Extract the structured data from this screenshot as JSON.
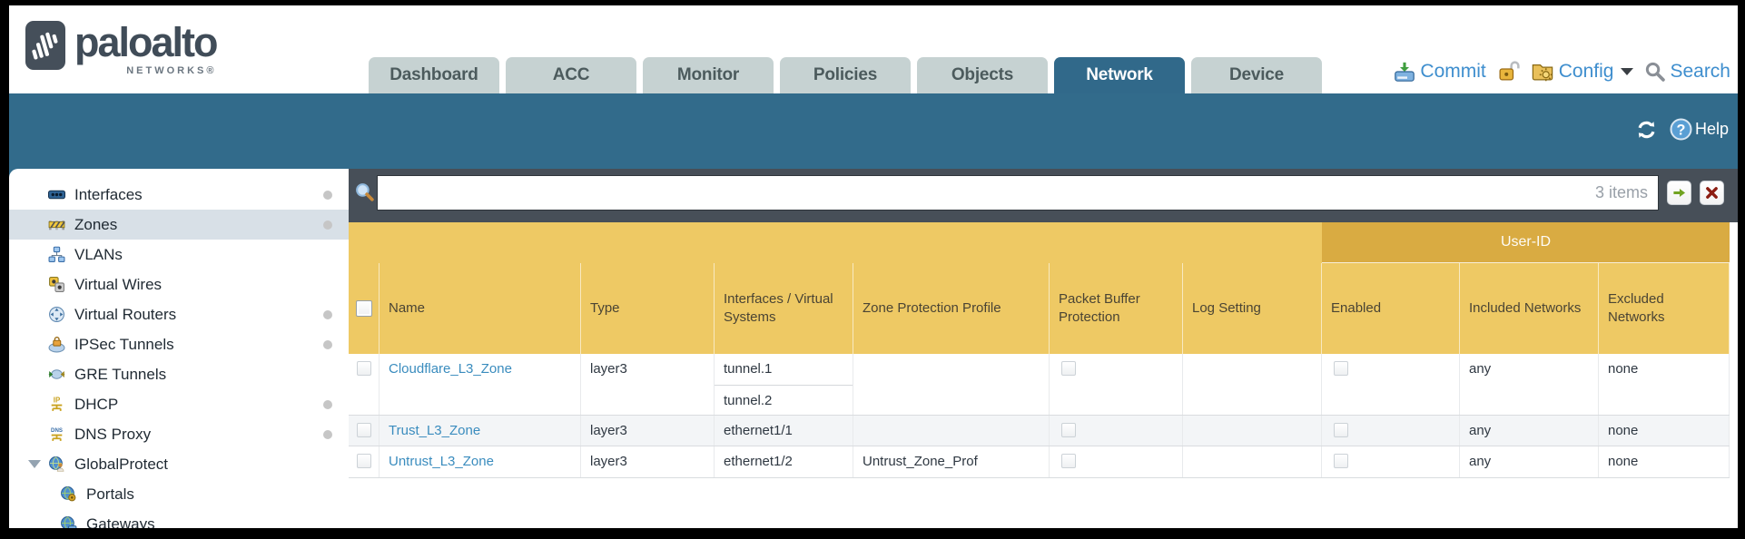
{
  "brand": {
    "name": "paloalto",
    "subtitle": "NETWORKS®"
  },
  "nav_tabs": [
    {
      "label": "Dashboard",
      "active": false
    },
    {
      "label": "ACC",
      "active": false
    },
    {
      "label": "Monitor",
      "active": false
    },
    {
      "label": "Policies",
      "active": false
    },
    {
      "label": "Objects",
      "active": false
    },
    {
      "label": "Network",
      "active": true
    },
    {
      "label": "Device",
      "active": false
    }
  ],
  "header_actions": {
    "commit": "Commit",
    "config": "Config",
    "search": "Search"
  },
  "band_actions": {
    "help": "Help"
  },
  "sidebar": {
    "items": [
      {
        "label": "Interfaces",
        "has_status_dot": true,
        "selected": false,
        "indent": 0
      },
      {
        "label": "Zones",
        "has_status_dot": true,
        "selected": true,
        "indent": 0
      },
      {
        "label": "VLANs",
        "has_status_dot": false,
        "selected": false,
        "indent": 0
      },
      {
        "label": "Virtual Wires",
        "has_status_dot": false,
        "selected": false,
        "indent": 0
      },
      {
        "label": "Virtual Routers",
        "has_status_dot": true,
        "selected": false,
        "indent": 0
      },
      {
        "label": "IPSec Tunnels",
        "has_status_dot": true,
        "selected": false,
        "indent": 0
      },
      {
        "label": "GRE Tunnels",
        "has_status_dot": false,
        "selected": false,
        "indent": 0
      },
      {
        "label": "DHCP",
        "has_status_dot": true,
        "selected": false,
        "indent": 0
      },
      {
        "label": "DNS Proxy",
        "has_status_dot": true,
        "selected": false,
        "indent": 0
      },
      {
        "label": "GlobalProtect",
        "has_status_dot": false,
        "selected": false,
        "indent": 0,
        "expanded": true
      },
      {
        "label": "Portals",
        "has_status_dot": false,
        "selected": false,
        "indent": 1
      },
      {
        "label": "Gateways",
        "has_status_dot": false,
        "selected": false,
        "indent": 1
      }
    ]
  },
  "filter": {
    "count": "3 items",
    "value": ""
  },
  "table": {
    "group_header": "User-ID",
    "columns": {
      "name": "Name",
      "type": "Type",
      "interfaces": "Interfaces / Virtual Systems",
      "zpp": "Zone Protection Profile",
      "pbp": "Packet Buffer Protection",
      "log": "Log Setting",
      "enabled": "Enabled",
      "included": "Included Networks",
      "excluded": "Excluded Networks"
    },
    "rows": [
      {
        "name": "Cloudflare_L3_Zone",
        "type": "layer3",
        "interfaces": [
          "tunnel.1",
          "tunnel.2"
        ],
        "zpp": "",
        "log": "",
        "included": "any",
        "excluded": "none"
      },
      {
        "name": "Trust_L3_Zone",
        "type": "layer3",
        "interfaces": [
          "ethernet1/1"
        ],
        "zpp": "",
        "log": "",
        "included": "any",
        "excluded": "none"
      },
      {
        "name": "Untrust_L3_Zone",
        "type": "layer3",
        "interfaces": [
          "ethernet1/2"
        ],
        "zpp": "Untrust_Zone_Prof",
        "log": "",
        "included": "any",
        "excluded": "none"
      }
    ]
  },
  "colors": {
    "teal": "#326b8b",
    "slate": "#474f58",
    "gold": "#eec964",
    "gold_dark": "#d9ab42",
    "link": "#3a8cbe",
    "tab_inactive": "#c6d2d2"
  }
}
